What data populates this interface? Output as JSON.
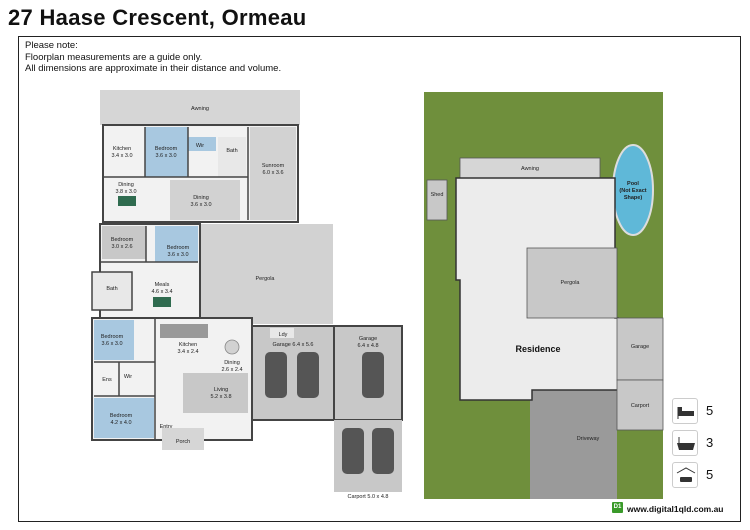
{
  "title": "27 Haase Crescent, Ormeau",
  "note": {
    "line1": "Please note:",
    "line2": "Floorplan measurements are a guide only.",
    "line3": "All dimensions are approximate in their distance and volume."
  },
  "floorplan": {
    "awning": "Awning",
    "kitchen_top": {
      "name": "Kitchen",
      "size": "3.4 x 3.0"
    },
    "bedroom1": {
      "name": "Bedroom",
      "size": "3.6 x 3.0"
    },
    "wir_top": "Wir",
    "bath_top": "Bath",
    "sunroom": {
      "name": "Sunroom",
      "size": "6.0 x 3.6"
    },
    "dining_left": {
      "name": "Dining",
      "size": "3.8 x 3.0"
    },
    "dining_mid": {
      "name": "Dining",
      "size": "3.6 x 3.0"
    },
    "bedroom2": {
      "name": "Bedroom",
      "size": "3.0 x 2.6"
    },
    "bedroom3": {
      "name": "Bedroom",
      "size": "3.6 x 3.0"
    },
    "pergola": "Pergola",
    "bath_mid": "Bath",
    "meals": {
      "name": "Meals",
      "size": "4.6 x 3.4"
    },
    "bedroom4": {
      "name": "Bedroom",
      "size": "3.6 x 3.0"
    },
    "kitchen_low": {
      "name": "Kitchen",
      "size": "3.4 x 2.4"
    },
    "dining_low": {
      "name": "Dining",
      "size": "2.6 x 2.4"
    },
    "ldy": "Ldy",
    "garage1": {
      "name": "Garage",
      "size": "6.4 x 5.6"
    },
    "garage2": {
      "name": "Garage",
      "size": "6.4 x 4.8"
    },
    "ens": "Ens",
    "wir_low": "Wir",
    "living": {
      "name": "Living",
      "size": "5.2 x 3.8"
    },
    "bedroom5": {
      "name": "Bedroom",
      "size": "4.2 x 4.0"
    },
    "entry": "Entry",
    "porch": "Porch",
    "carport": {
      "name": "Carport",
      "size": "5.0 x 4.8"
    }
  },
  "siteplan": {
    "awning": "Awning",
    "shed": "Shed",
    "pool_l1": "Pool",
    "pool_l2": "(Not Exact",
    "pool_l3": "Shape)",
    "pergola": "Pergola",
    "residence": "Residence",
    "garage": "Garage",
    "carport": "Carport",
    "driveway": "Driveway"
  },
  "stats": {
    "bedrooms": {
      "icon": "bed-icon",
      "value": "5"
    },
    "bathrooms": {
      "icon": "bathtub-icon",
      "value": "3"
    },
    "cars": {
      "icon": "car-garage-icon",
      "value": "5"
    }
  },
  "footer": {
    "logo": "D1",
    "url": "www.digital1qld.com.au"
  },
  "colors": {
    "grass": "#6f8f3c",
    "pool": "#5fb8d8",
    "wall": "#444444",
    "blue_room": "#a8c8e0",
    "grey_room": "#c8c8c8"
  }
}
